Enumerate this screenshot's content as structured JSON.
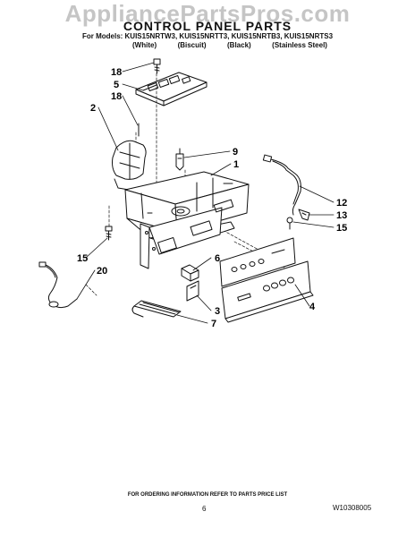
{
  "watermark": "AppliancePartsPros.com",
  "header": {
    "title": "CONTROL PANEL PARTS",
    "models_line": "For Models: KUIS15NRTW3, KUIS15NRTT3, KUIS15NRTB3, KUIS15NRTS3",
    "variants": [
      "(White)",
      "(Biscuit)",
      "(Black)",
      "(Stainless Steel)"
    ]
  },
  "callouts": {
    "c18a": "18",
    "c5": "5",
    "c18b": "18",
    "c2": "2",
    "c9": "9",
    "c1": "1",
    "c12": "12",
    "c13": "13",
    "c15a": "15",
    "c15b": "15",
    "c20": "20",
    "c6": "6",
    "c3": "3",
    "c7": "7",
    "c4": "4"
  },
  "footer": {
    "note": "FOR ORDERING INFORMATION REFER TO PARTS PRICE LIST",
    "page": "6",
    "code": "W10308005"
  }
}
